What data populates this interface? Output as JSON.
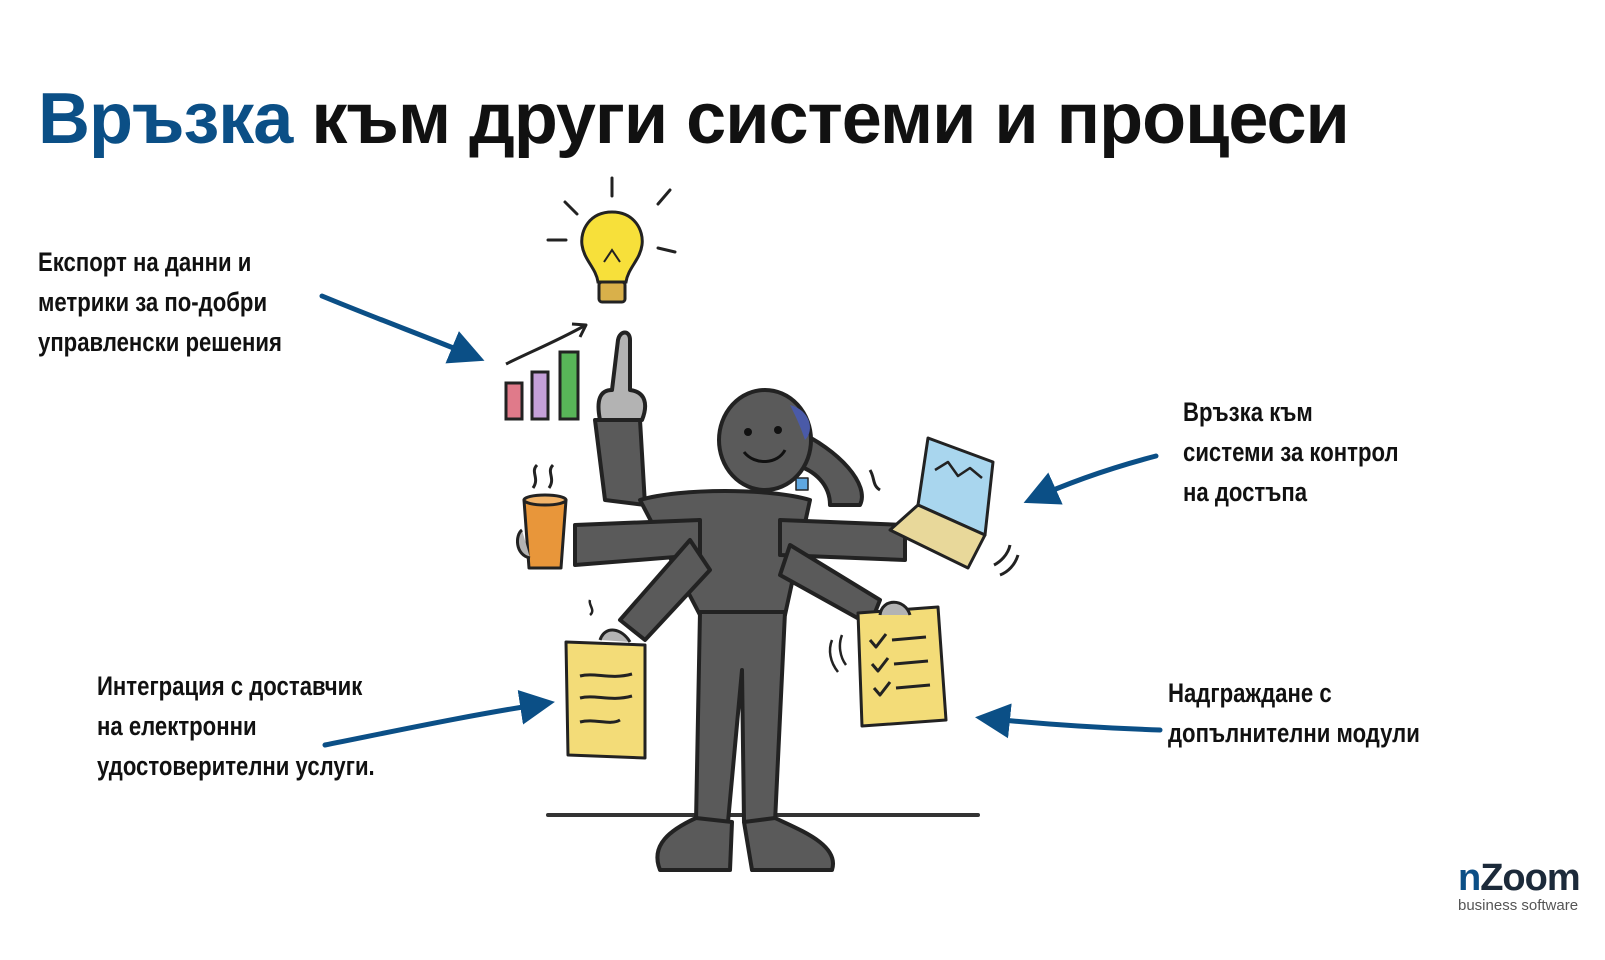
{
  "title": {
    "accent": "Връзка",
    "rest": " към други системи и процеси"
  },
  "labels": {
    "export": [
      "Експорт на данни и",
      "метрики за по-добри",
      "управленски решения"
    ],
    "access": [
      "Връзка към",
      "системи за контрол",
      "на достъпа"
    ],
    "integration": [
      "Интеграция с доставчик",
      "на електронни",
      "удостоверителни услуги."
    ],
    "upgrade": [
      "Надграждане с",
      "допълнителни модули"
    ]
  },
  "logo": {
    "brand_n": "n",
    "brand_rest": "Zoom",
    "tagline": "business software"
  },
  "colors": {
    "accent": "#0b4f86",
    "figure": "#5a5a5a",
    "paper": "#f3dc78",
    "bulb": "#f7e03a",
    "cup": "#e8963a",
    "laptop": "#a9d6ee"
  }
}
